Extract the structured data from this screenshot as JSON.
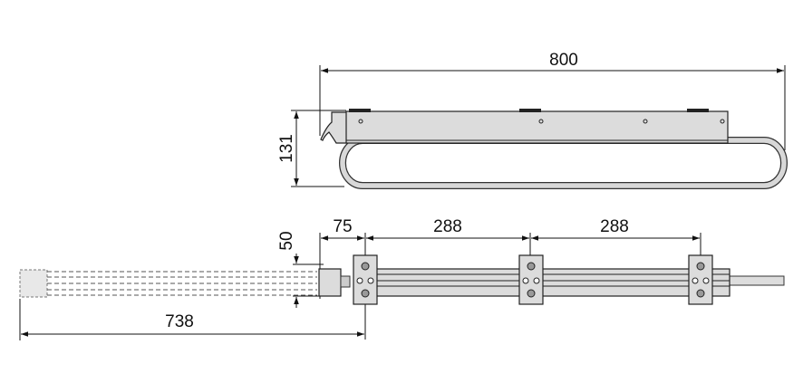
{
  "top_view": {
    "width_dim": "800",
    "height_dim": "131"
  },
  "bottom_view": {
    "offset_dim": "75",
    "spacing_dim_1": "288",
    "spacing_dim_2": "288",
    "depth_dim": "50",
    "extension_dim": "738"
  },
  "colors": {
    "part_fill": "#dcdcdc",
    "line": "#111111"
  }
}
